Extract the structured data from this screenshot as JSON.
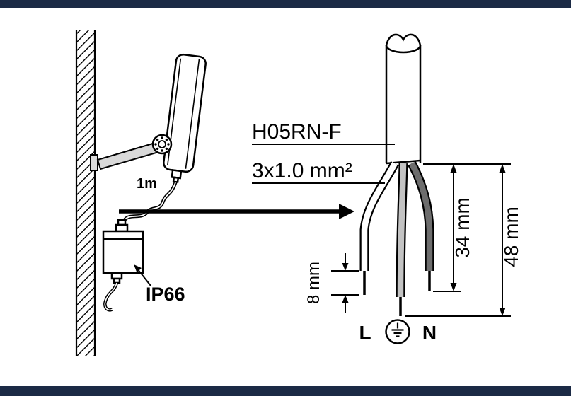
{
  "page": {
    "background_color": "#ffffff",
    "top_bar_color": "#1b2a45",
    "bottom_bar_color": "#1b2a45"
  },
  "diagram": {
    "labels": {
      "cable_length": "1m",
      "ip_rating": "IP66",
      "cable_type": "H05RN-F",
      "cable_spec": "3x1.0 mm²",
      "dim_short": "8 mm",
      "dim_mid": "34 mm",
      "dim_long": "48 mm",
      "live": "L",
      "neutral": "N"
    },
    "colors": {
      "line": "#000000",
      "wire_white_core": "#ffffff",
      "wire_gray_core": "#c3c3c3",
      "wire_dark_core": "#6d6d6d",
      "bracket_fill": "#d9d9d9"
    },
    "icons": {
      "ground": "protective-earth-icon",
      "arrow": "right-arrow-icon"
    }
  }
}
